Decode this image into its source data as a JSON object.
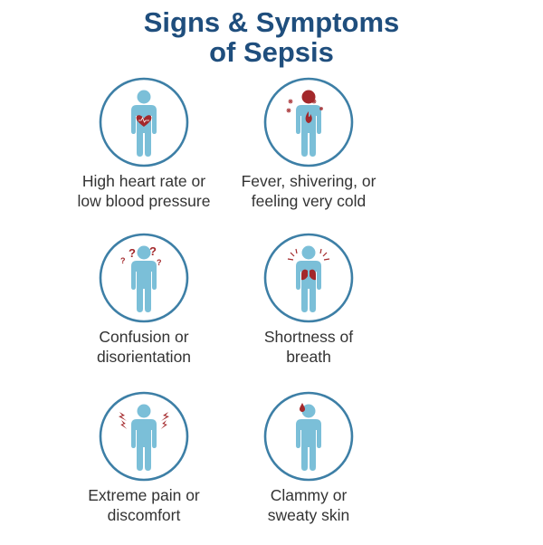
{
  "title": {
    "line1": "Signs & Symptoms",
    "line2": "of Sepsis"
  },
  "colors": {
    "title": "#1f4e7d",
    "circle": "#3d7fa6",
    "figure": "#7bbfd8",
    "accent": "#a3282b"
  },
  "symptoms": [
    {
      "icon": "heart-icon",
      "line1": "High heart rate or",
      "line2": "low blood pressure"
    },
    {
      "icon": "fever-icon",
      "line1": "Fever, shivering, or",
      "line2": "feeling very cold"
    },
    {
      "icon": "question-marks-icon",
      "line1": "Confusion or",
      "line2": "disorientation"
    },
    {
      "icon": "lungs-icon",
      "line1": "Shortness of",
      "line2": "breath"
    },
    {
      "icon": "pain-bolts-icon",
      "line1": "Extreme pain or",
      "line2": "discomfort"
    },
    {
      "icon": "sweat-drop-icon",
      "line1": "Clammy or",
      "line2": "sweaty skin"
    }
  ]
}
